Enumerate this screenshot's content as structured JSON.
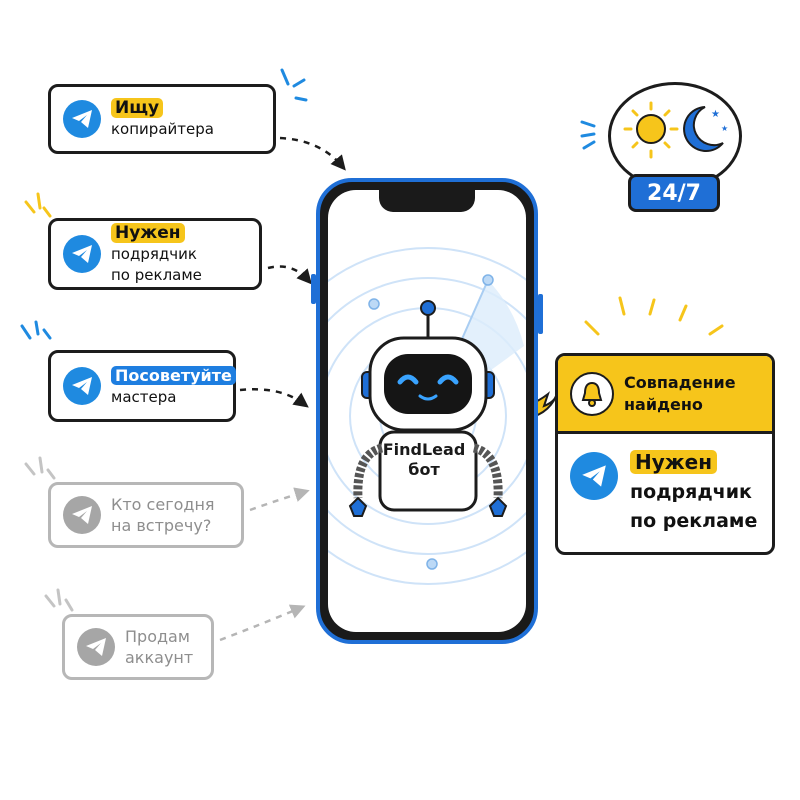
{
  "messages": [
    {
      "highlight": "Ищу",
      "rest": "копирайтера"
    },
    {
      "highlight": "Нужен",
      "rest_line1": "подрядчик",
      "rest_line2": "по рекламе"
    },
    {
      "highlight": "Посоветуйте",
      "rest_line2": "мастера"
    },
    {
      "line1": "Кто сегодня",
      "line2": "на встречу?"
    },
    {
      "line1": "Продам",
      "line2": "аккаунт"
    }
  ],
  "bot": {
    "name": "FindLead",
    "suffix": "бот"
  },
  "result": {
    "title_line1": "Совпадение",
    "title_line2": "найдено",
    "highlight": "Нужен",
    "line2": "подрядчик",
    "line3": "по рекламе"
  },
  "availability": "24/7",
  "colors": {
    "telegram_blue": "#1f8ae0",
    "accent_yellow": "#f6c51b",
    "phone_blue": "#1f6fd6"
  },
  "icons": [
    "telegram-icon",
    "robot-icon",
    "bell-icon",
    "sun-icon",
    "moon-icon"
  ]
}
